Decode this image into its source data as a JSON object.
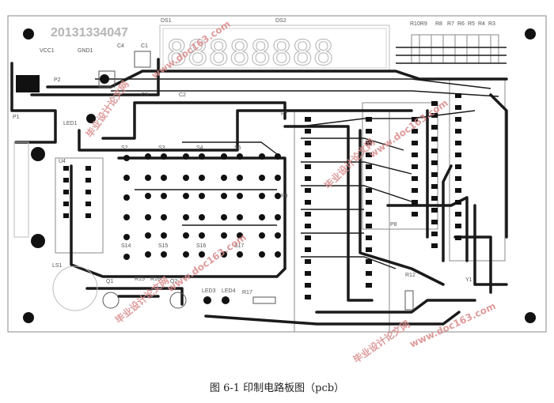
{
  "board": {
    "serial": "20131334047",
    "caption": "图 6-1  印制电路板图（pcb）",
    "digits": "88888888"
  },
  "labels": {
    "ds1": "DS1",
    "ds2": "DS2",
    "vcc1": "VCC1",
    "gnd1": "GND1",
    "c4": "C4",
    "c1": "C1",
    "c2": "C2",
    "c3": "C3",
    "p1": "P1",
    "p2": "P2",
    "led1": "LED1",
    "led3": "LED3",
    "led4": "LED4",
    "u4": "U4",
    "ls1": "LS1",
    "q1": "Q1",
    "q2": "Q2",
    "r15": "R15",
    "r16": "R16",
    "r17": "R17",
    "r12": "R12",
    "p7": "P7",
    "p8": "P8",
    "p9": "P9",
    "y1": "Y1",
    "s2": "S2",
    "s3": "S3",
    "s4": "S4",
    "s5": "S5",
    "s14": "S14",
    "s15": "S15",
    "s16": "S16",
    "s17": "S17",
    "r10r9": "R10R9",
    "r8": "R8",
    "r7": "R7",
    "r6": "R6",
    "r5": "R5",
    "r4": "R4",
    "r3": "R3"
  },
  "watermark": {
    "text1": "毕业设计论文网",
    "text2": "www.doc163.com"
  },
  "colors": {
    "trace": "#1a1a1a",
    "silk": "#9a9a9a",
    "watermark": "#d98a8a"
  }
}
